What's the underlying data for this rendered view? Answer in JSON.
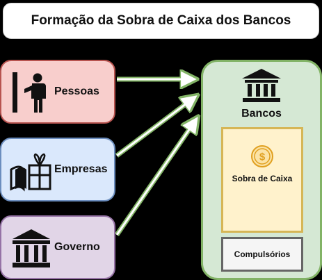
{
  "title": "Formação da Sobra de Caixa dos Bancos",
  "sources": {
    "pessoas": {
      "label": "Pessoas",
      "icon": "person-at-door-icon"
    },
    "empresas": {
      "label": "Empresas",
      "icon": "books-and-gift-icon"
    },
    "governo": {
      "label": "Governo",
      "icon": "government-building-icon"
    }
  },
  "banks": {
    "label": "Bancos",
    "icon": "bank-building-icon",
    "sobra": {
      "label": "Sobra de Caixa",
      "icon": "dollar-coin-icon"
    },
    "compulsorios": {
      "label": "Compulsórios"
    }
  },
  "colors": {
    "pessoas_fill": "#f8cecc",
    "pessoas_border": "#b85450",
    "empresas_fill": "#dae8fc",
    "empresas_border": "#6c8ebf",
    "governo_fill": "#e1d5e7",
    "governo_border": "#9673a6",
    "bancos_fill": "#d5e8d4",
    "bancos_border": "#82b366",
    "sobra_fill": "#fff2cc",
    "sobra_border": "#d6b656",
    "compulsorios_fill": "#f5f5f5",
    "compulsorios_border": "#666666"
  }
}
